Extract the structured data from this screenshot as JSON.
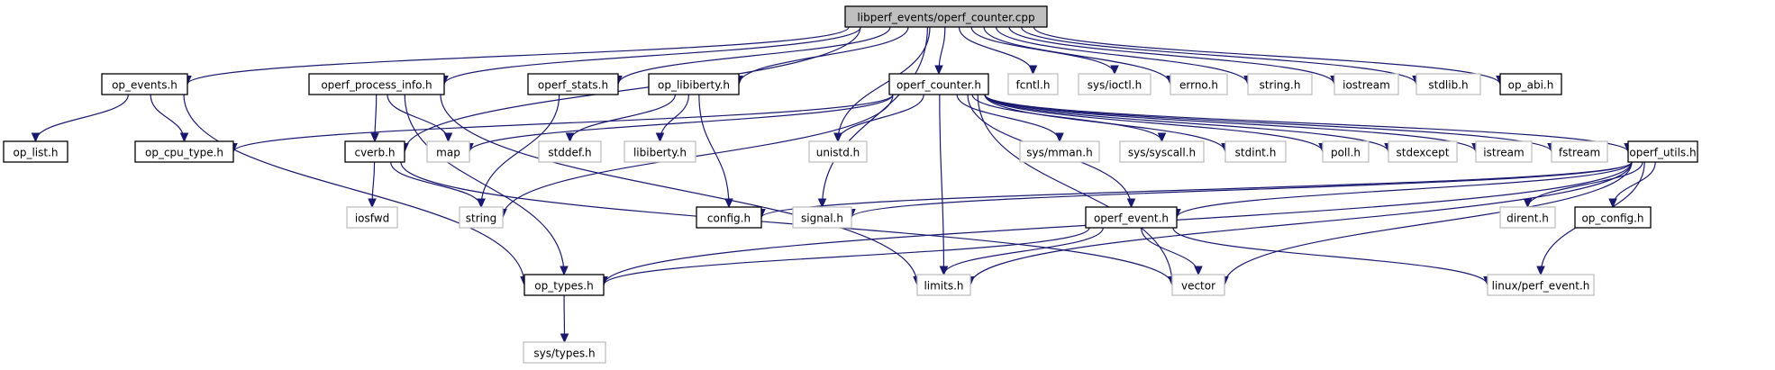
{
  "title": "libperf_events/operf_counter.cpp",
  "colors": {
    "edge": "#191970",
    "root_fill": "#bfbfbf",
    "documented_border": "#000000",
    "undocumented_border": "#bfbfbf"
  },
  "nodes": [
    {
      "id": "root",
      "label": "libperf_events/operf_counter.cpp",
      "kind": "root"
    },
    {
      "id": "op_events",
      "label": "op_events.h",
      "kind": "doc"
    },
    {
      "id": "operf_process_info",
      "label": "operf_process_info.h",
      "kind": "doc"
    },
    {
      "id": "operf_stats",
      "label": "operf_stats.h",
      "kind": "doc"
    },
    {
      "id": "op_libiberty",
      "label": "op_libiberty.h",
      "kind": "doc"
    },
    {
      "id": "operf_counter",
      "label": "operf_counter.h",
      "kind": "doc"
    },
    {
      "id": "fcntl",
      "label": "fcntl.h",
      "kind": "sys"
    },
    {
      "id": "sys_ioctl",
      "label": "sys/ioctl.h",
      "kind": "sys"
    },
    {
      "id": "errno",
      "label": "errno.h",
      "kind": "sys"
    },
    {
      "id": "string_h",
      "label": "string.h",
      "kind": "sys"
    },
    {
      "id": "iostream",
      "label": "iostream",
      "kind": "sys"
    },
    {
      "id": "stdlib",
      "label": "stdlib.h",
      "kind": "sys"
    },
    {
      "id": "op_abi",
      "label": "op_abi.h",
      "kind": "doc"
    },
    {
      "id": "op_list",
      "label": "op_list.h",
      "kind": "doc"
    },
    {
      "id": "op_cpu_type",
      "label": "op_cpu_type.h",
      "kind": "doc"
    },
    {
      "id": "cverb",
      "label": "cverb.h",
      "kind": "doc"
    },
    {
      "id": "map",
      "label": "map",
      "kind": "sys"
    },
    {
      "id": "stddef",
      "label": "stddef.h",
      "kind": "sys"
    },
    {
      "id": "libiberty",
      "label": "libiberty.h",
      "kind": "sys"
    },
    {
      "id": "unistd",
      "label": "unistd.h",
      "kind": "sys"
    },
    {
      "id": "sys_mman",
      "label": "sys/mman.h",
      "kind": "sys"
    },
    {
      "id": "sys_syscall",
      "label": "sys/syscall.h",
      "kind": "sys"
    },
    {
      "id": "stdint",
      "label": "stdint.h",
      "kind": "sys"
    },
    {
      "id": "poll",
      "label": "poll.h",
      "kind": "sys"
    },
    {
      "id": "stdexcept",
      "label": "stdexcept",
      "kind": "sys"
    },
    {
      "id": "istream",
      "label": "istream",
      "kind": "sys"
    },
    {
      "id": "fstream",
      "label": "fstream",
      "kind": "sys"
    },
    {
      "id": "operf_utils",
      "label": "operf_utils.h",
      "kind": "doc"
    },
    {
      "id": "iosfwd",
      "label": "iosfwd",
      "kind": "sys"
    },
    {
      "id": "string",
      "label": "string",
      "kind": "sys"
    },
    {
      "id": "config",
      "label": "config.h",
      "kind": "doc"
    },
    {
      "id": "signal",
      "label": "signal.h",
      "kind": "sys"
    },
    {
      "id": "operf_event",
      "label": "operf_event.h",
      "kind": "doc"
    },
    {
      "id": "dirent",
      "label": "dirent.h",
      "kind": "sys"
    },
    {
      "id": "op_config",
      "label": "op_config.h",
      "kind": "doc"
    },
    {
      "id": "op_types",
      "label": "op_types.h",
      "kind": "doc"
    },
    {
      "id": "limits",
      "label": "limits.h",
      "kind": "sys"
    },
    {
      "id": "vector",
      "label": "vector",
      "kind": "sys"
    },
    {
      "id": "linux_perf_event",
      "label": "linux/perf_event.h",
      "kind": "sys"
    },
    {
      "id": "sys_types",
      "label": "sys/types.h",
      "kind": "sys"
    }
  ],
  "edges": [
    [
      "root",
      "op_events"
    ],
    [
      "root",
      "operf_process_info"
    ],
    [
      "root",
      "operf_stats"
    ],
    [
      "root",
      "op_libiberty"
    ],
    [
      "root",
      "operf_counter"
    ],
    [
      "root",
      "fcntl"
    ],
    [
      "root",
      "sys_ioctl"
    ],
    [
      "root",
      "errno"
    ],
    [
      "root",
      "string_h"
    ],
    [
      "root",
      "iostream"
    ],
    [
      "root",
      "stdlib"
    ],
    [
      "root",
      "op_abi"
    ],
    [
      "root",
      "cverb"
    ],
    [
      "root",
      "unistd"
    ],
    [
      "root",
      "signal"
    ],
    [
      "op_events",
      "op_list"
    ],
    [
      "op_events",
      "op_cpu_type"
    ],
    [
      "op_events",
      "op_types"
    ],
    [
      "operf_process_info",
      "cverb"
    ],
    [
      "operf_process_info",
      "map"
    ],
    [
      "operf_process_info",
      "op_types"
    ],
    [
      "operf_process_info",
      "limits"
    ],
    [
      "operf_stats",
      "string"
    ],
    [
      "op_libiberty",
      "stddef"
    ],
    [
      "op_libiberty",
      "libiberty"
    ],
    [
      "op_libiberty",
      "config"
    ],
    [
      "cverb",
      "iosfwd"
    ],
    [
      "cverb",
      "string"
    ],
    [
      "cverb",
      "vector"
    ],
    [
      "operf_counter",
      "op_cpu_type"
    ],
    [
      "operf_counter",
      "map"
    ],
    [
      "operf_counter",
      "unistd"
    ],
    [
      "operf_counter",
      "string"
    ],
    [
      "operf_counter",
      "limits"
    ],
    [
      "operf_counter",
      "operf_event"
    ],
    [
      "operf_counter",
      "sys_mman"
    ],
    [
      "operf_counter",
      "sys_syscall"
    ],
    [
      "operf_counter",
      "stdint"
    ],
    [
      "operf_counter",
      "poll"
    ],
    [
      "operf_counter",
      "stdexcept"
    ],
    [
      "operf_counter",
      "istream"
    ],
    [
      "operf_counter",
      "fstream"
    ],
    [
      "operf_counter",
      "operf_utils"
    ],
    [
      "operf_counter",
      "vector"
    ],
    [
      "operf_utils",
      "config"
    ],
    [
      "operf_utils",
      "signal"
    ],
    [
      "operf_utils",
      "operf_event"
    ],
    [
      "operf_utils",
      "op_types"
    ],
    [
      "operf_utils",
      "dirent"
    ],
    [
      "operf_utils",
      "op_config"
    ],
    [
      "operf_utils",
      "vector"
    ],
    [
      "operf_utils",
      "linux_perf_event"
    ],
    [
      "operf_utils",
      "limits"
    ],
    [
      "operf_event",
      "op_types"
    ],
    [
      "operf_event",
      "limits"
    ],
    [
      "operf_event",
      "vector"
    ],
    [
      "operf_event",
      "linux_perf_event"
    ],
    [
      "op_types",
      "sys_types"
    ]
  ]
}
